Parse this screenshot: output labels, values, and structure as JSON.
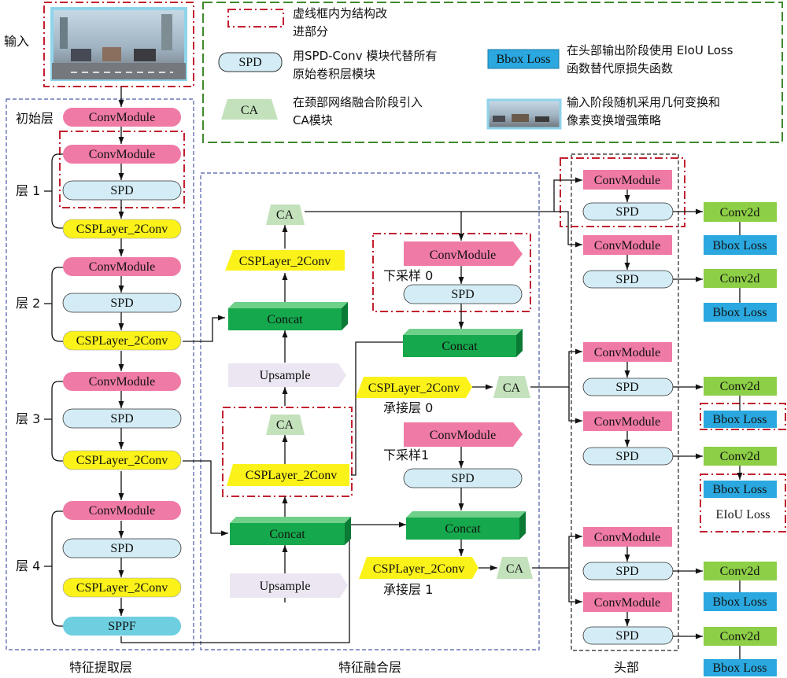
{
  "colors": {
    "conv": "#f07aa6",
    "spd": "#d3ecf5",
    "csp": "#fbf21a",
    "concat_front": "#15a84c",
    "concat_top": "#6fd08a",
    "concat_side": "#0b7a34",
    "upsample": "#ebe6f2",
    "ca": "#c3e2bc",
    "conv2d": "#8dcf46",
    "bbox": "#2aa8df",
    "sppf": "#6ecfe0",
    "red_dash": "#c2202f",
    "green_dash": "#3f8a2c",
    "blue_dash": "#4a5aa8"
  },
  "labels": {
    "input": "输入",
    "init_layer": "初始层",
    "layer1": "层 1",
    "layer2": "层 2",
    "layer3": "层 3",
    "layer4": "层 4",
    "downsample0": "下采样 0",
    "downsample1": "下采样1",
    "connect0": "承接层 0",
    "connect1": "承接层 1",
    "eiou": "EIoU Loss",
    "section_backbone": "特征提取层",
    "section_neck": "特征融合层",
    "section_head": "头部"
  },
  "legend": {
    "dash_text_1": "虚线框内为结构改",
    "dash_text_2": "进部分",
    "spd_key": "SPD",
    "spd_text_1": "用SPD-Conv 模块代替所有",
    "spd_text_2": "原始卷积层模块",
    "ca_key": "CA",
    "ca_text_1": "在颈部网络融合阶段引入",
    "ca_text_2": "CA模块",
    "bbox_key": "Bbox Loss",
    "bbox_text_1": "在头部输出阶段使用 EIoU Loss",
    "bbox_text_2": "函数替代原损失函数",
    "aug_text_1": "输入阶段随机采用几何变换和",
    "aug_text_2": "像素变换增强策略"
  },
  "modules": {
    "conv": "ConvModule",
    "spd": "SPD",
    "csp": "CSPLayer_2Conv",
    "sppf": "SPPF",
    "concat": "Concat",
    "upsample": "Upsample",
    "ca": "CA",
    "conv2d": "Conv2d",
    "bbox": "Bbox Loss"
  }
}
